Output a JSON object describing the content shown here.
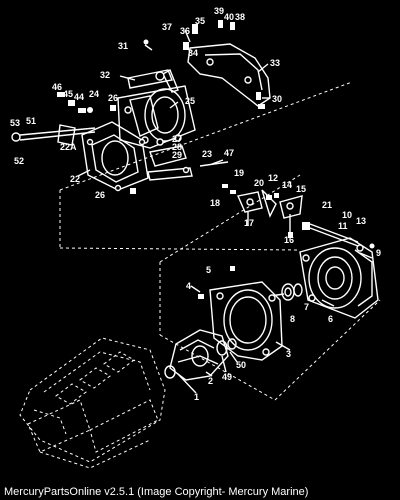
{
  "caption": "MercuryPartsOnline v2.5.1 (Image Copyright- Mercury Marine)",
  "part_callouts": [
    "37",
    "35",
    "39",
    "40",
    "38",
    "36",
    "31",
    "34",
    "33",
    "32",
    "46",
    "45",
    "44",
    "24",
    "26",
    "25",
    "30",
    "51",
    "53",
    "52",
    "22A",
    "27",
    "28",
    "29",
    "23",
    "47",
    "22",
    "26",
    "19",
    "18",
    "20",
    "12",
    "14",
    "15",
    "17",
    "16",
    "21",
    "10",
    "11",
    "13",
    "9",
    "5",
    "4",
    "8",
    "7",
    "6",
    "3",
    "1",
    "2",
    "49",
    "50"
  ]
}
